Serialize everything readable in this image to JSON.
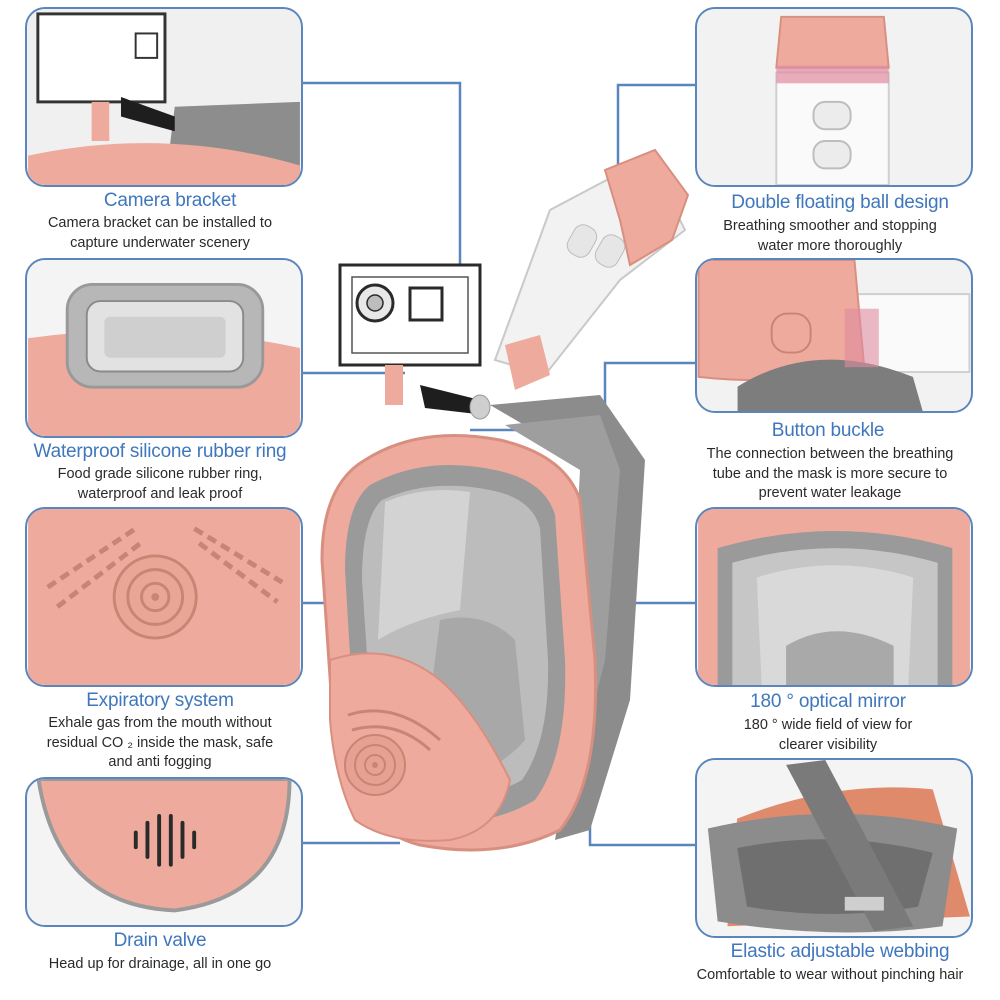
{
  "colors": {
    "accent": "#3f77bd",
    "panel_border": "#5b86bd",
    "mask_pink": "#eeaa9c",
    "strap_gray": "#8c8c8c"
  },
  "features": {
    "camera_bracket": {
      "title": "Camera bracket",
      "desc": [
        "Camera bracket can be installed to",
        "capture underwater scenery"
      ]
    },
    "silicone_ring": {
      "title": "Waterproof silicone rubber ring",
      "desc": [
        "Food grade silicone rubber ring,",
        "waterproof and leak proof"
      ]
    },
    "expiratory": {
      "title": "Expiratory system",
      "desc": [
        "Exhale gas from the mouth without",
        "residual CO ₂ inside the mask, safe",
        "and anti fogging"
      ]
    },
    "drain_valve": {
      "title": "Drain valve",
      "desc": [
        "Head up for drainage, all in one go"
      ]
    },
    "floating_ball": {
      "title": "Double floating ball design",
      "desc": [
        "Breathing smoother and stopping",
        "water more thoroughly"
      ]
    },
    "button_buckle": {
      "title": "Button buckle",
      "desc": [
        "The connection between the breathing",
        "tube and the mask is more secure to",
        "prevent water leakage"
      ]
    },
    "optical_mirror": {
      "title": "180 ° optical mirror",
      "desc": [
        "180 ° wide field of view for",
        "clearer visibility"
      ]
    },
    "webbing": {
      "title": "Elastic adjustable webbing",
      "desc": [
        "Comfortable to wear without pinching hair"
      ]
    }
  }
}
